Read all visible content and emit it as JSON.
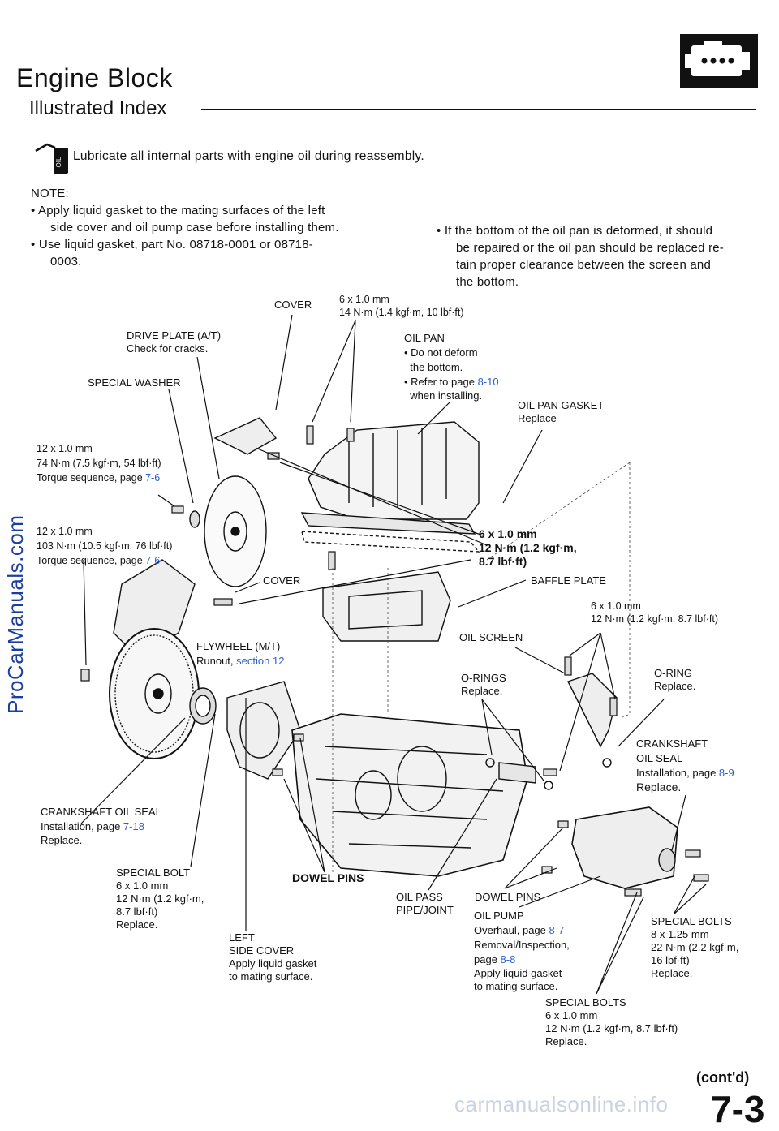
{
  "header": {
    "title": "Engine Block",
    "subtitle": "Illustrated Index"
  },
  "lubricate": {
    "icon_text": "OIL",
    "text": "Lubricate all internal parts with engine oil during reassembly."
  },
  "notes": {
    "heading": "NOTE:",
    "left": [
      "• Apply liquid gasket to the mating surfaces of the left",
      "side cover and oil pump case before installing them.",
      "• Use liquid gasket, part No. 08718-0001 or 08718-",
      "0003."
    ],
    "right": [
      "• If the bottom of the oil pan is deformed, it should",
      "be repaired or the oil pan should be replaced re-",
      "tain proper clearance between the screen and",
      "the bottom."
    ]
  },
  "labels": {
    "cover_top": "COVER",
    "bolt_top": "6 x 1.0 mm\n14 N·m (1.4 kgf·m, 10 lbf·ft)",
    "drive_plate": "DRIVE PLATE (A/T)\nCheck for cracks.",
    "oil_pan_1": "OIL PAN\n• Do not deform\n  the bottom.\n• Refer to page ",
    "oil_pan_link": "8-10",
    "oil_pan_2": "  when installing.",
    "special_washer": "SPECIAL WASHER",
    "oil_pan_gasket": "OIL PAN GASKET\nReplace",
    "bolt_74": "12 x 1.0 mm\n74 N·m (7.5 kgf·m, 54 lbf·ft)\nTorque sequence, page ",
    "bolt_74_link": "7-6",
    "bolt_103": "12 x 1.0 mm\n103 N·m (10.5 kgf·m, 76 lbf·ft)\nTorque sequence, page ",
    "bolt_103_link": "7-6",
    "bolt_bold": "6 x 1.0 mm\n12 N·m (1.2 kgf·m,\n8.7 lbf·ft)",
    "cover_mid": "COVER",
    "baffle_plate": "BAFFLE PLATE",
    "bolt_screen": "6 x 1.0 mm\n12 N·m (1.2 kgf·m, 8.7 lbf·ft)",
    "flywheel": "FLYWHEEL (M/T)\nRunout, ",
    "flywheel_link": "section 12",
    "oil_screen": "OIL SCREEN",
    "o_rings": "O-RINGS\nReplace.",
    "o_ring": "O-RING\nReplace.",
    "crank_seal_right": "CRANKSHAFT\nOIL SEAL\nInstallation, page ",
    "crank_seal_right_link": "8-9",
    "crank_seal_right_2": "Replace.",
    "crank_seal_left": "CRANKSHAFT OIL SEAL\nInstallation, page ",
    "crank_seal_left_link": "7-18",
    "crank_seal_left_2": "Replace.",
    "special_bolt": "SPECIAL BOLT\n6 x 1.0 mm\n12 N·m (1.2 kgf·m,\n8.7 lbf·ft)\nReplace.",
    "dowel_pins_bold": "DOWEL PINS",
    "oil_pass": "OIL PASS\nPIPE/JOINT",
    "dowel_pins": "DOWEL PINS",
    "oil_pump": "OIL PUMP\nOverhaul, page ",
    "oil_pump_link1": "8-7",
    "oil_pump_2": "Removal/Inspection,\npage ",
    "oil_pump_link2": "8-8",
    "oil_pump_3": "Apply liquid gasket\nto mating surface.",
    "special_bolts_8": "SPECIAL BOLTS\n8 x 1.25 mm\n22 N·m (2.2 kgf·m,\n16 lbf·ft)\nReplace.",
    "left_side_cover": "LEFT\nSIDE COVER\nApply liquid gasket\nto mating surface.",
    "special_bolts_6": "SPECIAL BOLTS\n6 x 1.0 mm\n12 N·m (1.2 kgf·m, 8.7 lbf·ft)\nReplace."
  },
  "footer": {
    "contd": "(cont'd)",
    "page": "7-3",
    "watermark_side": "ProCarManuals.com",
    "watermark_bottom": "carmanualsonline.info"
  },
  "colors": {
    "link": "#2a5fd0",
    "watermark": "#1a3fa0"
  }
}
